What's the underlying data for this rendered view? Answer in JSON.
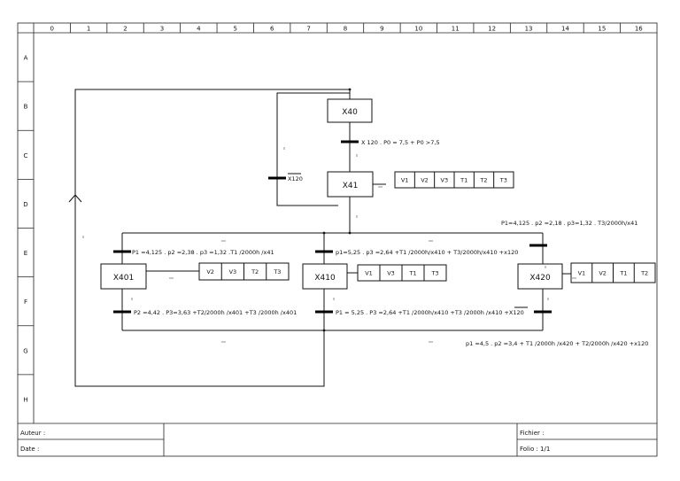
{
  "columns": [
    "0",
    "1",
    "2",
    "3",
    "4",
    "5",
    "6",
    "7",
    "8",
    "9",
    "10",
    "11",
    "12",
    "13",
    "14",
    "15",
    "16"
  ],
  "rows": [
    "A",
    "B",
    "C",
    "D",
    "E",
    "F",
    "G",
    "H"
  ],
  "steps": {
    "x40": "X40",
    "x41": "X41",
    "x401": "X401",
    "x410": "X410",
    "x420": "X420"
  },
  "actions": {
    "x41": [
      "V1",
      "V2",
      "V3",
      "T1",
      "T2",
      "T3"
    ],
    "x401": [
      "V2",
      "V3",
      "T2",
      "T3"
    ],
    "x410": [
      "V1",
      "V3",
      "T1",
      "T3"
    ],
    "x420": [
      "V1",
      "V2",
      "T1",
      "T2"
    ]
  },
  "transitions": {
    "t40_41": "X 120 . P0 = 7,5  + P0 >7,5",
    "t41_40": "X120",
    "t_to401": "P1 =4,125  . p2 =2,38   .  p3  =1,32  .T1 /2000h /x41",
    "t_to410": "p1=5,25  .   p3 =2,64  +T1 /2000h/x410 + T3/2000h/x410 +x120",
    "t_to420": "P1=4,125  . p2 =2,18  .  p3=1,32 .  T3/2000h/x41",
    "t_from401": "P2 =4,42 . P3=3,63  +T2/2000h /x401 +T3 /2000h /x401",
    "t_from410": "P1 = 5,25  .  P3 =2,64 +T1 /2000h/x410 +T3 /2000h /x410 +X120",
    "t_from420": "p1 =4,5  . p2 =3,4 + T1 /2000h /x420 + T2/2000h /x420 +x120"
  },
  "titleblock": {
    "auteur": "Auteur :",
    "date": "Date :",
    "fichier": "Fichier :",
    "folio": "Folio : 1/1"
  }
}
